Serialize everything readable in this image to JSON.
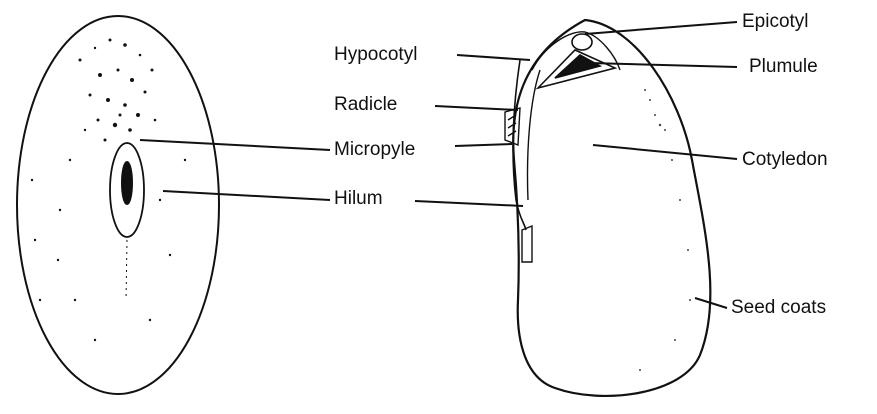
{
  "diagram": {
    "labels": {
      "epicotyl": "Epicotyl",
      "hypocotyl": "Hypocotyl",
      "plumule": "Plumule",
      "radicle": "Radicle",
      "micropyle": "Micropyle",
      "cotyledon": "Cotyledon",
      "hilum": "Hilum",
      "seed_coats": "Seed coats"
    },
    "colors": {
      "ink": "#111111",
      "paper": "#ffffff"
    }
  }
}
